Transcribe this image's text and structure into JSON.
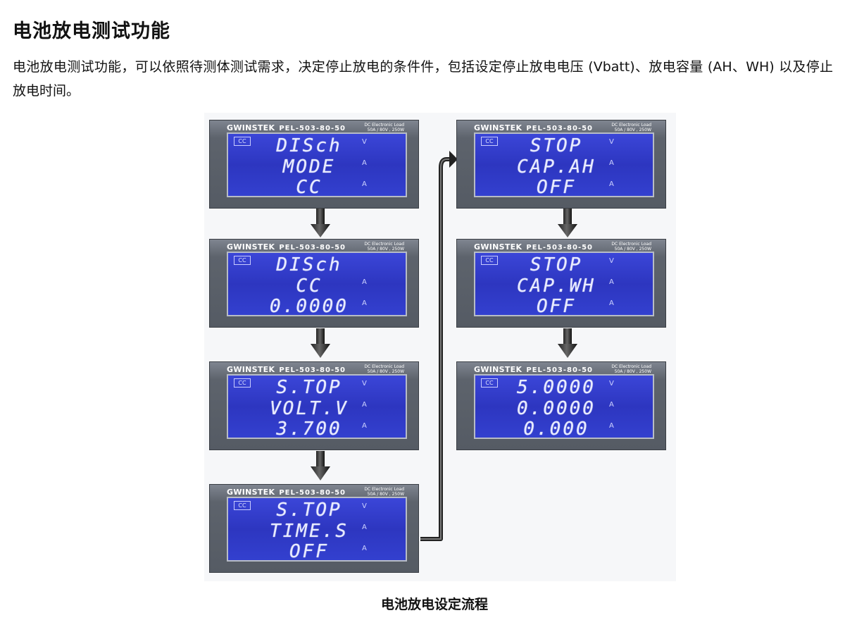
{
  "header": {
    "title": "电池放电测试功能",
    "description": "电池放电测试功能，可以依照待测体测试需求，决定停止放电的条件件，包括设定停止放电电压 (Vbatt)、放电容量 (AH、WH) 以及停止放电时间。"
  },
  "device": {
    "brand": "GWINSTEK",
    "model": "PEL-503-80-50",
    "spec_line1": "DC Electronic Load",
    "spec_line2": "50A / 80V , 250W",
    "mode_badge": "CC",
    "unit_v": "V",
    "unit_a": "A"
  },
  "displays": [
    {
      "line1": "DISch",
      "line2": "MODE",
      "line3": "CC"
    },
    {
      "line1": "DISch",
      "line2": "CC",
      "line3": "0.0000"
    },
    {
      "line1": "S.TOP",
      "line2": "VOLT.V",
      "line3": "3.700"
    },
    {
      "line1": "S.TOP",
      "line2": "TIME.S",
      "line3": "OFF"
    },
    {
      "line1": "STOP",
      "line2": "CAP.AH",
      "line3": "OFF"
    },
    {
      "line1": "STOP",
      "line2": "CAP.WH",
      "line3": "OFF"
    },
    {
      "line1": "5.0000",
      "line2": "0.0000",
      "line3": "0.000"
    }
  ],
  "footer": {
    "caption": "电池放电设定流程"
  }
}
